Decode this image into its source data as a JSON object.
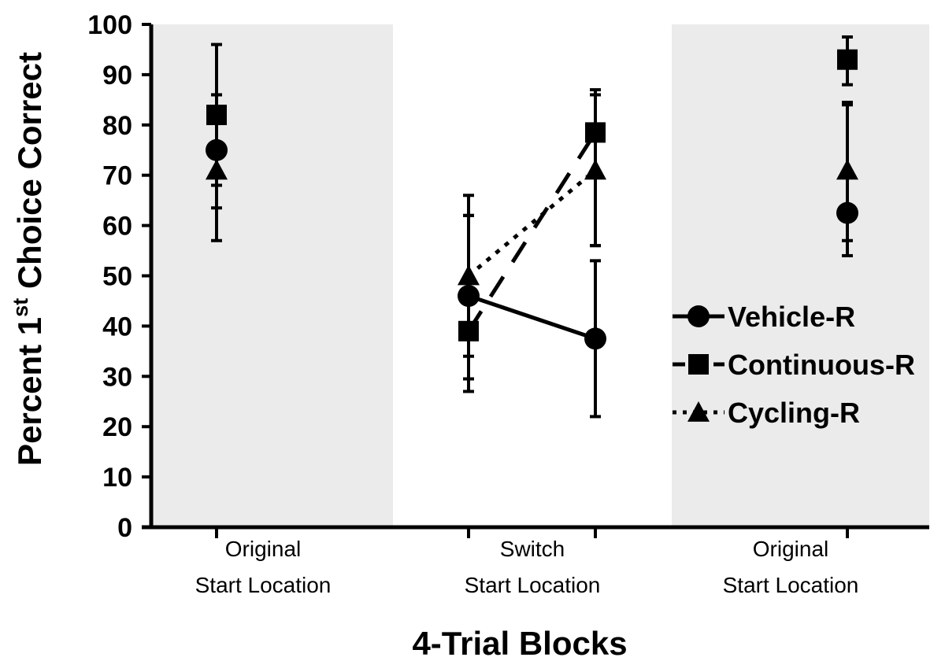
{
  "chart_data": {
    "type": "line",
    "title": "",
    "xlabel": "4-Trial Blocks",
    "ylabel": "Percent 1st Choice Correct",
    "ylabel_parts": {
      "pre": "Percent 1",
      "sup": "st",
      "post": " Choice Correct"
    },
    "ylim": [
      0,
      100
    ],
    "yticks": [
      0,
      10,
      20,
      30,
      40,
      50,
      60,
      70,
      80,
      90,
      100
    ],
    "x_groups": [
      {
        "label_lines": [
          "Original",
          "Start Location"
        ],
        "shaded": true
      },
      {
        "label_lines": [
          "Switch",
          "Start Location"
        ],
        "shaded": false
      },
      {
        "label_lines": [
          "Original",
          "Start Location"
        ],
        "shaded": true
      }
    ],
    "x_positions": [
      1,
      2,
      3,
      4
    ],
    "legend_position": "right",
    "series": [
      {
        "name": "Vehicle-R",
        "marker": "circle",
        "line": "solid",
        "values": [
          75,
          46,
          37.5,
          62.5
        ],
        "err_low": [
          63.5,
          29.5,
          22,
          54
        ],
        "err_high": [
          86,
          62,
          53,
          84
        ],
        "connect": [
          [
            1,
            2
          ]
        ]
      },
      {
        "name": "Continuous-R",
        "marker": "square",
        "line": "dashed",
        "values": [
          82,
          39,
          78.5,
          93
        ],
        "err_low": [
          68,
          27,
          56,
          88
        ],
        "err_high": [
          96,
          62,
          86,
          97.5
        ],
        "connect": [
          [
            1,
            2
          ]
        ]
      },
      {
        "name": "Cycling-R",
        "marker": "triangle",
        "line": "dotted",
        "values": [
          71,
          50,
          71,
          71
        ],
        "err_low": [
          57,
          34,
          56,
          57
        ],
        "err_high": [
          86,
          66,
          87,
          84.5
        ],
        "connect": [
          [
            1,
            2
          ]
        ]
      }
    ]
  }
}
